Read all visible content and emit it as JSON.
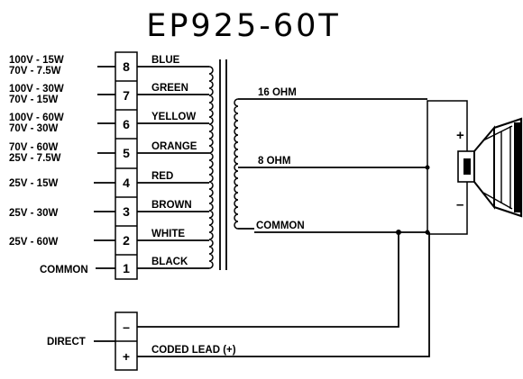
{
  "title": "EP925-60T",
  "taps": [
    {
      "number": "8",
      "color": "BLUE",
      "power": [
        "100V  -  15W",
        "70V  -  7.5W"
      ]
    },
    {
      "number": "7",
      "color": "GREEN",
      "power": [
        "100V  -  30W",
        "70V  -  15W"
      ]
    },
    {
      "number": "6",
      "color": "YELLOW",
      "power": [
        "100V  -  60W",
        "70V  -  30W"
      ]
    },
    {
      "number": "5",
      "color": "ORANGE",
      "power": [
        "70V  -  60W",
        "25V  -  7.5W"
      ]
    },
    {
      "number": "4",
      "color": "RED",
      "power": [
        "25V  -  15W"
      ]
    },
    {
      "number": "3",
      "color": "BROWN",
      "power": [
        "25V  -  30W"
      ]
    },
    {
      "number": "2",
      "color": "WHITE",
      "power": [
        "25V  -  60W"
      ]
    },
    {
      "number": "1",
      "color": "BLACK",
      "power": [
        "COMMON"
      ]
    }
  ],
  "secondary": {
    "tap_16": "16 OHM",
    "tap_8": "8 OHM",
    "common": "COMMON"
  },
  "direct": {
    "label": "DIRECT",
    "minus": "–",
    "plus": "+",
    "coded_lead": "CODED LEAD (+)"
  },
  "speaker": {
    "plus": "+",
    "minus": "–"
  }
}
